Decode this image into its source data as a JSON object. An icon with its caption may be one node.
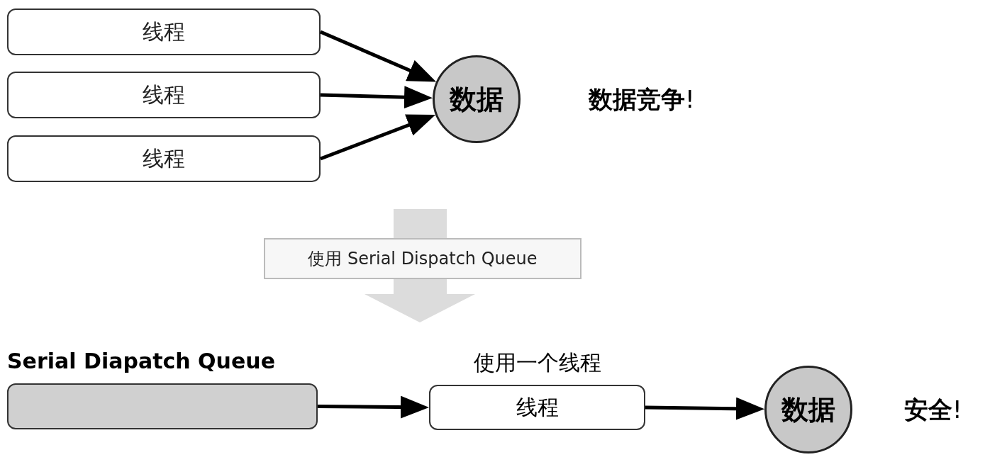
{
  "diagram": {
    "nodes": [
      {
        "text": [
          "线程"
        ]
      },
      {
        "text": [
          "线程"
        ]
      },
      {
        "text": [
          "线程"
        ]
      },
      {
        "text": [
          "数据"
        ],
        "beside": [
          "**数据竞争**!"
        ]
      },
      {
        "text": [
          "使用 Serial Dispatch Queue"
        ]
      },
      {
        "text": [
          "Serial Diapatch Queue"
        ]
      },
      {
        "text": [
          "使用一个线程",
          "线程"
        ]
      },
      {
        "text": [
          "数据"
        ],
        "beside": [
          "**安全**!"
        ]
      }
    ],
    "edges": [
      {
        "from": 0,
        "to": 3,
        "arrow": "to"
      },
      {
        "from": 1,
        "to": 3,
        "arrow": "to"
      },
      {
        "from": 2,
        "to": 3,
        "arrow": "to"
      },
      {
        "from": 5,
        "to": 6,
        "arrow": "to"
      },
      {
        "from": 6,
        "to": 7,
        "arrow": "to"
      }
    ]
  }
}
